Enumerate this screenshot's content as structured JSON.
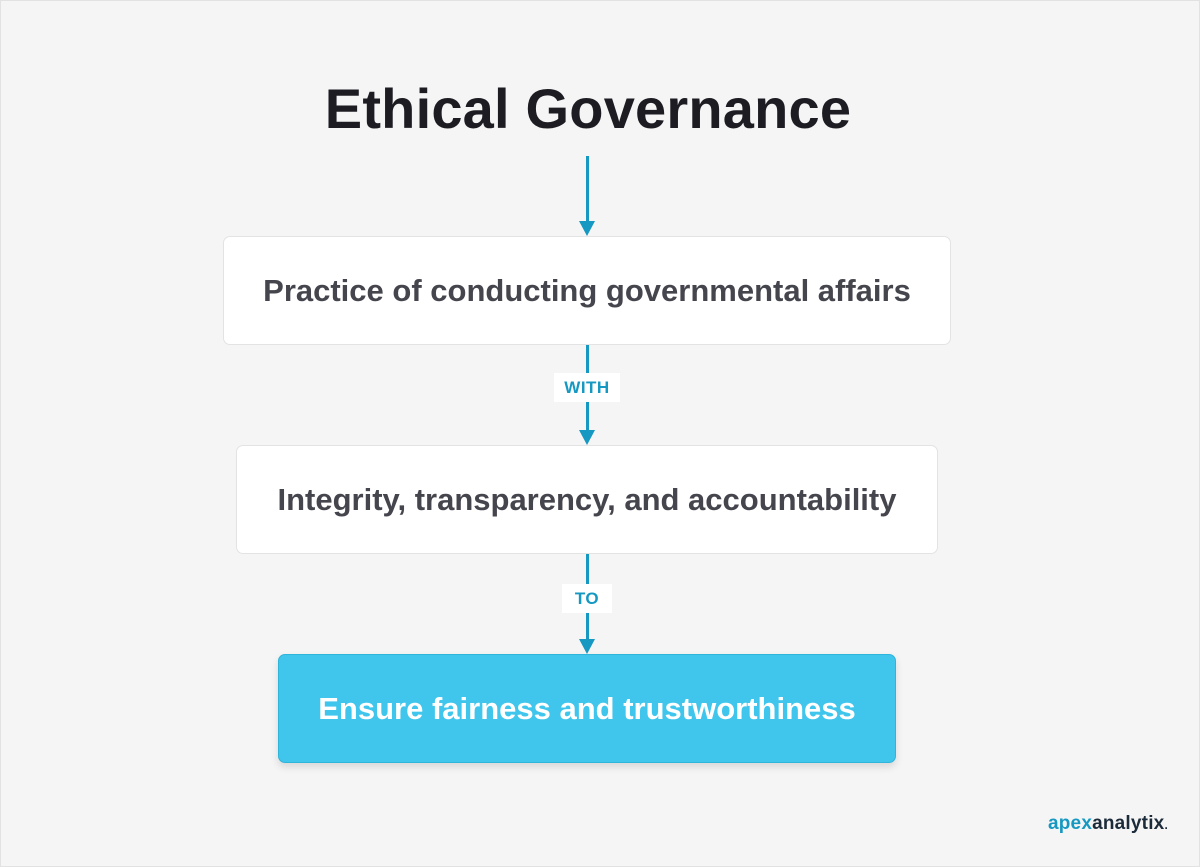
{
  "title": "Ethical Governance",
  "nodes": {
    "practice": "Practice of conducting governmental affairs",
    "values": "Integrity, transparency, and accountability",
    "goal": "Ensure fairness and trustworthiness"
  },
  "connectors": {
    "with": "WITH",
    "to": "TO"
  },
  "logo": {
    "part1": "apex",
    "part2": "analytix",
    "suffix": "."
  },
  "colors": {
    "accent": "#1598c1",
    "goal_fill": "#40c6ec",
    "background": "#f5f5f5",
    "text_dark": "#1c1c22"
  }
}
